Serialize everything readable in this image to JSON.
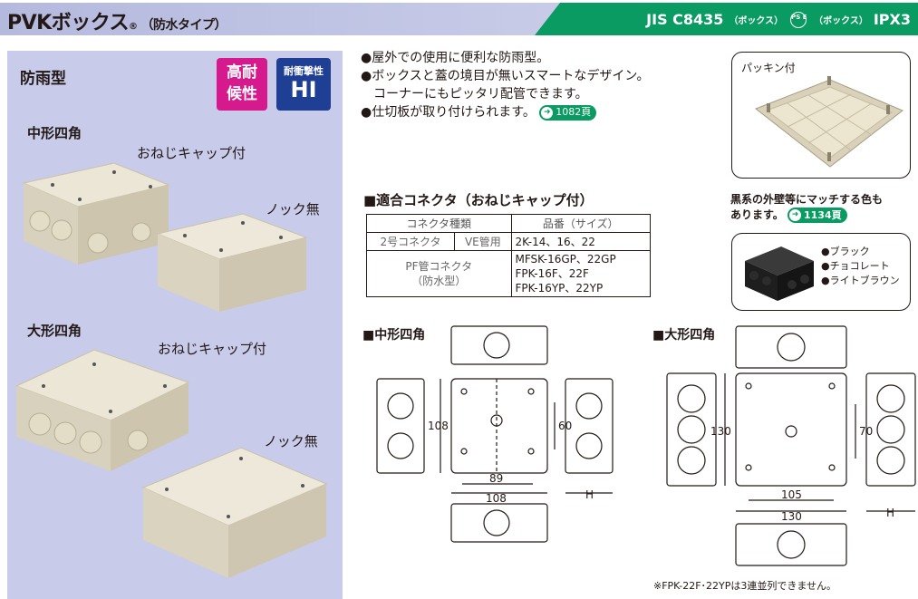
{
  "header": {
    "title": "PVKボックス",
    "registered": "®",
    "subtitle": "（防水タイプ）",
    "standard_jis": "JIS C8435",
    "standard_box1": "（ボックス）",
    "ps_mark": "PS E",
    "standard_box2": "（ボックス）",
    "ipx": "IPX3"
  },
  "left_panel": {
    "category": "防雨型",
    "badge_pink": "高耐 候性",
    "badge_blue_small": "耐衝撃性",
    "badge_blue_large": "HI",
    "medium_label": "中形四角",
    "medium_caption_cap": "おねじキャップ付",
    "medium_caption_knock": "ノック無",
    "large_label": "大形四角",
    "large_caption_cap": "おねじキャップ付",
    "large_caption_knock": "ノック無"
  },
  "features": {
    "f1": "●屋外での使用に便利な防雨型。",
    "f2a": "●ボックスと蓋の境目が無いスマートなデザイン。",
    "f2b": "コーナーにもピッタリ配管できます。",
    "f3": "●仕切板が取り付けられます。",
    "f3_ref": "1082頁"
  },
  "photo": {
    "caption": "パッキン付"
  },
  "black_note": {
    "line1": "黒系の外壁等にマッチする色も",
    "line2": "あります。",
    "ref": "1134頁"
  },
  "colors_list": [
    "●ブラック",
    "●チョコレート",
    "●ライトブラウン"
  ],
  "connector_table": {
    "title": "■適合コネクタ（おねじキャップ付）",
    "headers": [
      "コネクタ種類",
      "品番（サイズ）"
    ],
    "row1": {
      "type_a": "2号コネクタ",
      "type_b": "VE管用",
      "value": "2K-14、16、22"
    },
    "row2": {
      "type_a": "PF管コネクタ",
      "type_b": "（防水型）",
      "v1": "MFSK-16GP、22GP",
      "v2": "FPK-16F、22F",
      "v3": "FPK-16YP、22YP"
    }
  },
  "drawings": {
    "medium_title": "■中形四角",
    "large_title": "■大形四角",
    "medium_dims": {
      "height": "108",
      "inner": "60",
      "width_inner": "89",
      "width": "108",
      "depth": "H"
    },
    "large_dims": {
      "height": "130",
      "inner": "70",
      "width_inner": "105",
      "width": "130",
      "depth": "H"
    }
  },
  "footnote": "※FPK-22F･22YPは3連並列できません。",
  "colors": {
    "header_purple": "#c9cce8",
    "header_green": "#0a9b63",
    "panel_purple": "#c8ccea",
    "badge_pink": "#d6198c",
    "badge_blue": "#1f3f94"
  }
}
